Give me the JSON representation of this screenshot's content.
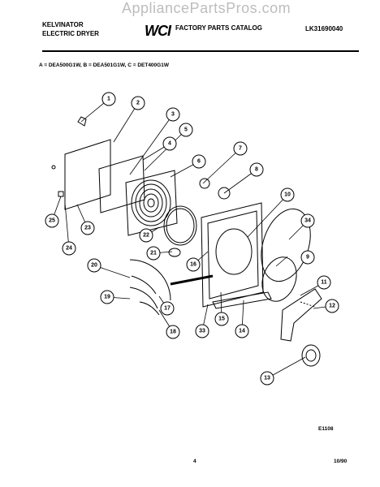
{
  "watermark": "AppliancePartsPros.com",
  "header": {
    "brand_line1": "KELVINATOR",
    "brand_line2": "ELECTRIC DRYER",
    "logo_text": "WCI",
    "catalog_title": "FACTORY PARTS CATALOG",
    "catalog_code": "LK31690040"
  },
  "models": "A = DEA500G1W, B = DEA501G1W, C = DET400G1W",
  "callouts": [
    "1",
    "2",
    "3",
    "4",
    "5",
    "6",
    "7",
    "8",
    "9",
    "10",
    "11",
    "12",
    "13",
    "14",
    "15",
    "16",
    "17",
    "18",
    "19",
    "20",
    "21",
    "22",
    "23",
    "24",
    "25",
    "33",
    "34"
  ],
  "footer": {
    "figure_code": "E1108",
    "page_number": "4",
    "date": "10/90"
  }
}
